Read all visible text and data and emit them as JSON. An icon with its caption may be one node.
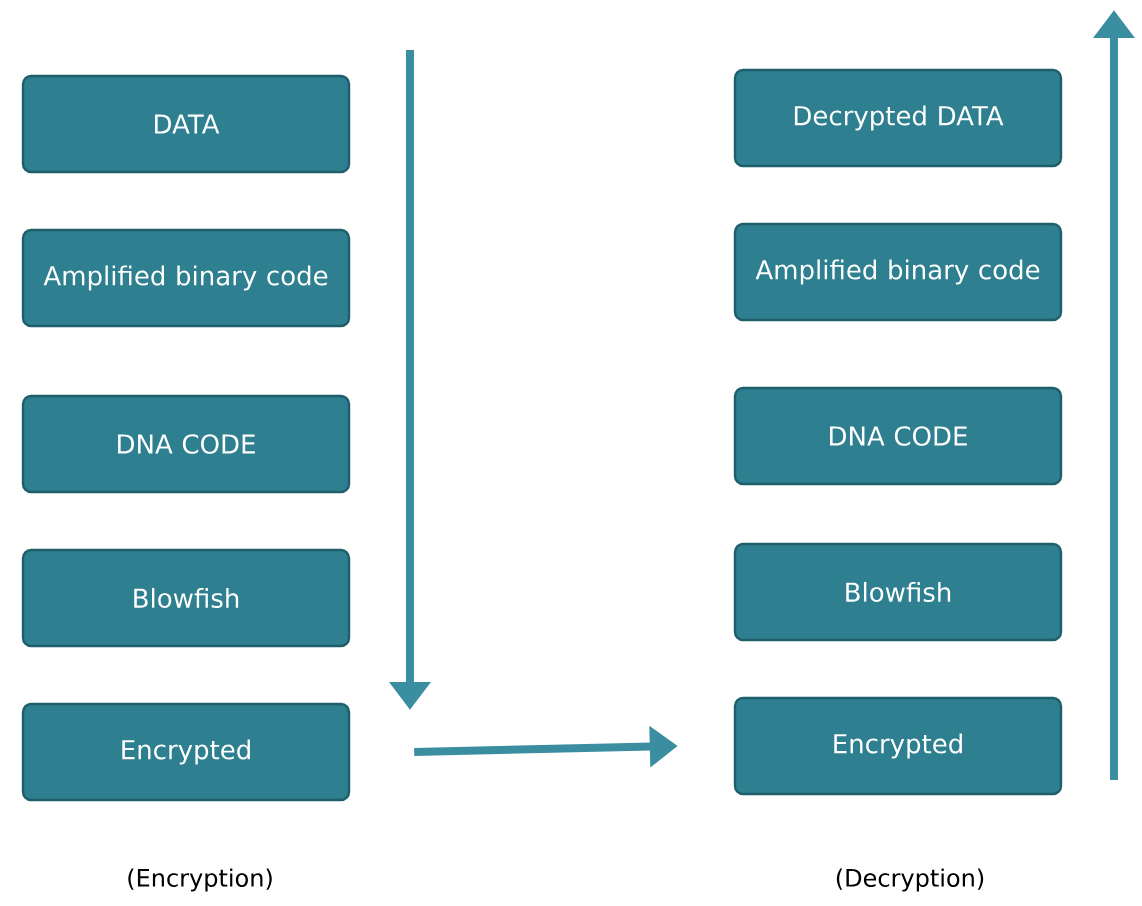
{
  "diagram": {
    "nodes": [
      {
        "text": [
          "DATA"
        ]
      },
      {
        "text": [
          "Amplified binary code"
        ]
      },
      {
        "text": [
          "DNA CODE"
        ]
      },
      {
        "text": [
          "Blowfish"
        ]
      },
      {
        "text": [
          "Encrypted"
        ]
      },
      {
        "text": [
          "Decrypted DATA"
        ]
      },
      {
        "text": [
          "Amplified binary code"
        ]
      },
      {
        "text": [
          "DNA CODE"
        ]
      },
      {
        "text": [
          "Blowfish"
        ]
      },
      {
        "text": [
          "Encrypted"
        ]
      }
    ],
    "edges": [
      {
        "from": 4,
        "to": 9,
        "arrow": "to"
      }
    ],
    "labels": [
      "(Encryption)",
      "(Decryption)"
    ]
  }
}
